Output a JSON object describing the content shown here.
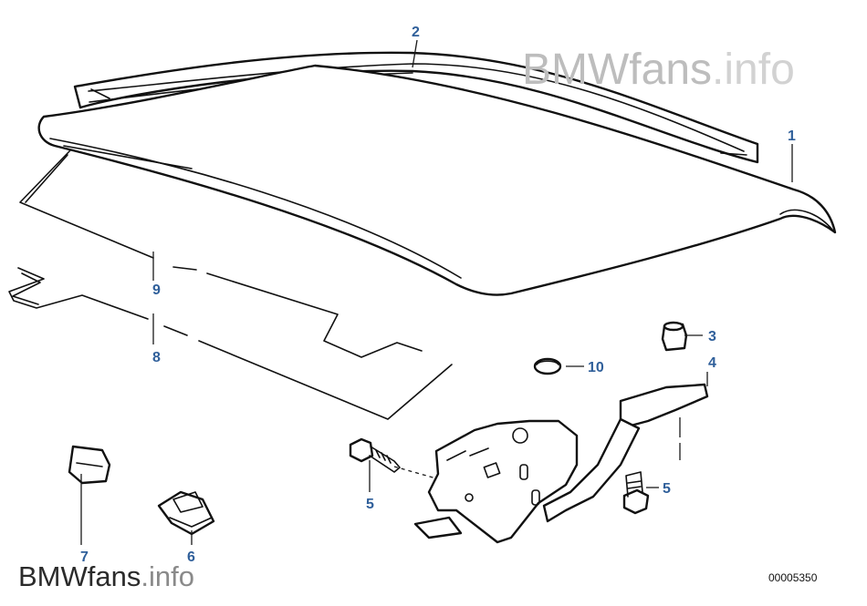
{
  "watermark": {
    "top_brand": "BMWfans",
    "top_suffix": ".info",
    "bottom_brand": "BMWfans",
    "bottom_suffix": ".info",
    "brand_color": "#bdbdbd",
    "suffix_color": "#d2d2d2",
    "bottom_brand_color": "#2b2b2b",
    "bottom_suffix_color": "#8a8a8a"
  },
  "callouts": {
    "label_color": "#2f5f9a",
    "items": [
      "1",
      "2",
      "3",
      "4",
      "5",
      "5",
      "6",
      "7",
      "8",
      "9",
      "10"
    ]
  },
  "document_number": "00005350"
}
